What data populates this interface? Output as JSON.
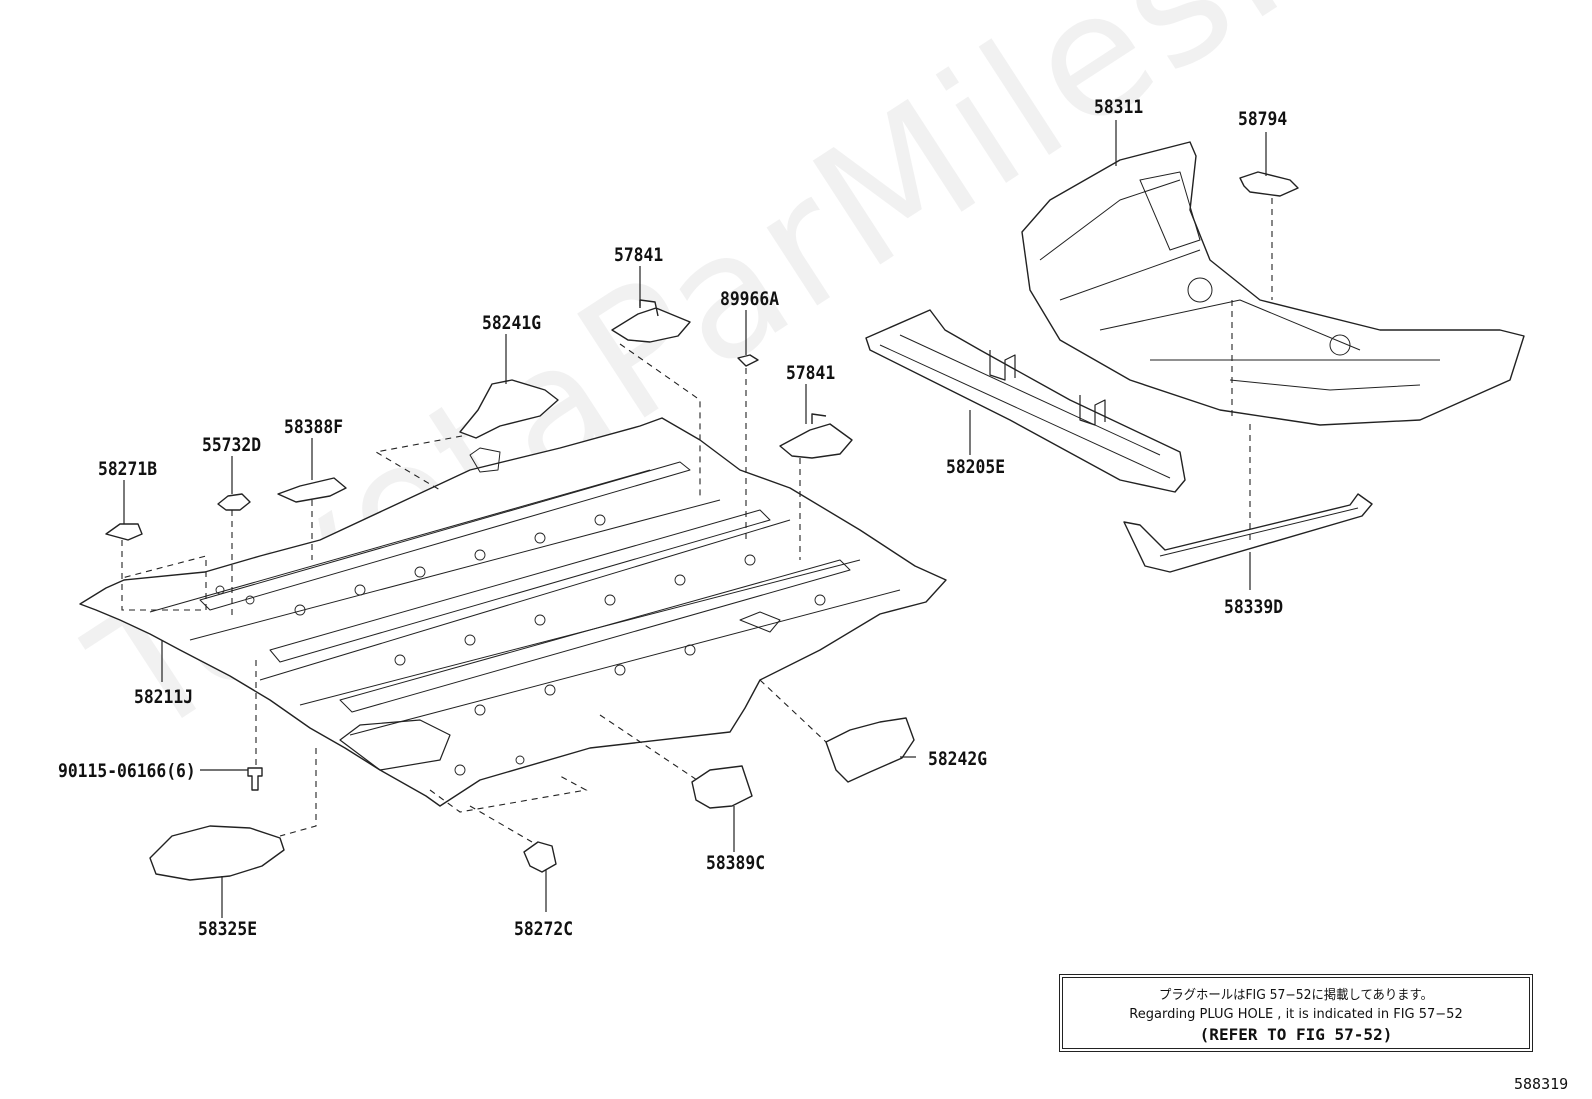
{
  "watermark": "ToyotaParMiles.ru",
  "labels": {
    "p58311": "58311",
    "p58794": "58794",
    "p57841_a": "57841",
    "p89966A": "89966A",
    "p58241G": "58241G",
    "p57841_b": "57841",
    "p55732D": "55732D",
    "p58388F": "58388F",
    "p58271B": "58271B",
    "p58205E": "58205E",
    "p58339D": "58339D",
    "p58211J": "58211J",
    "p90115": "90115-06166(6)",
    "p58242G": "58242G",
    "p58389C": "58389C",
    "p58325E": "58325E",
    "p58272C": "58272C"
  },
  "note": {
    "line_jp": "プラグホールはFIG 57−52に掲載してあります。",
    "line_en": "Regarding  PLUG  HOLE , it is indicated in  FIG  57−52",
    "line_ref": "(REFER TO FIG 57-52)"
  },
  "figure_number": "588319"
}
